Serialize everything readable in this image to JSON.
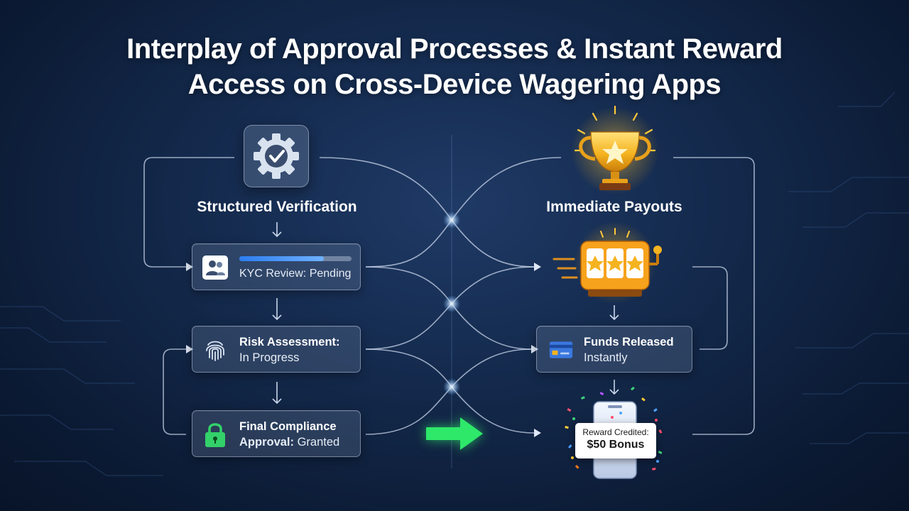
{
  "title": {
    "line1": "Interplay of Approval Processes & Instant Reward",
    "line2": "Access on Cross-Device Wagering Apps"
  },
  "left": {
    "heading": "Structured Verification",
    "kyc": {
      "label": "KYC Review: Pending",
      "progress": 0.75
    },
    "risk": {
      "line1": "Risk Assessment:",
      "line2": "In Progress"
    },
    "compliance": {
      "line1": "Final Compliance",
      "line2_bold": "Approval:",
      "line2_rest": " Granted"
    }
  },
  "right": {
    "heading": "Immediate Payouts",
    "funds": {
      "line1": "Funds Released",
      "line2": "Instantly"
    },
    "reward": {
      "line1": "Reward Credited:",
      "line2": "$50 Bonus"
    }
  },
  "colors": {
    "accent_blue": "#2c7df0",
    "arrow_green": "#2ee86a",
    "lock_green": "#33d16a",
    "trophy_gold": "#f5b320",
    "card_blue": "#3a78e0"
  },
  "icons": [
    "gear-check-icon",
    "users-icon",
    "fingerprint-icon",
    "lock-icon",
    "trophy-icon",
    "slot-machine-icon",
    "credit-card-icon",
    "phone-icon"
  ]
}
